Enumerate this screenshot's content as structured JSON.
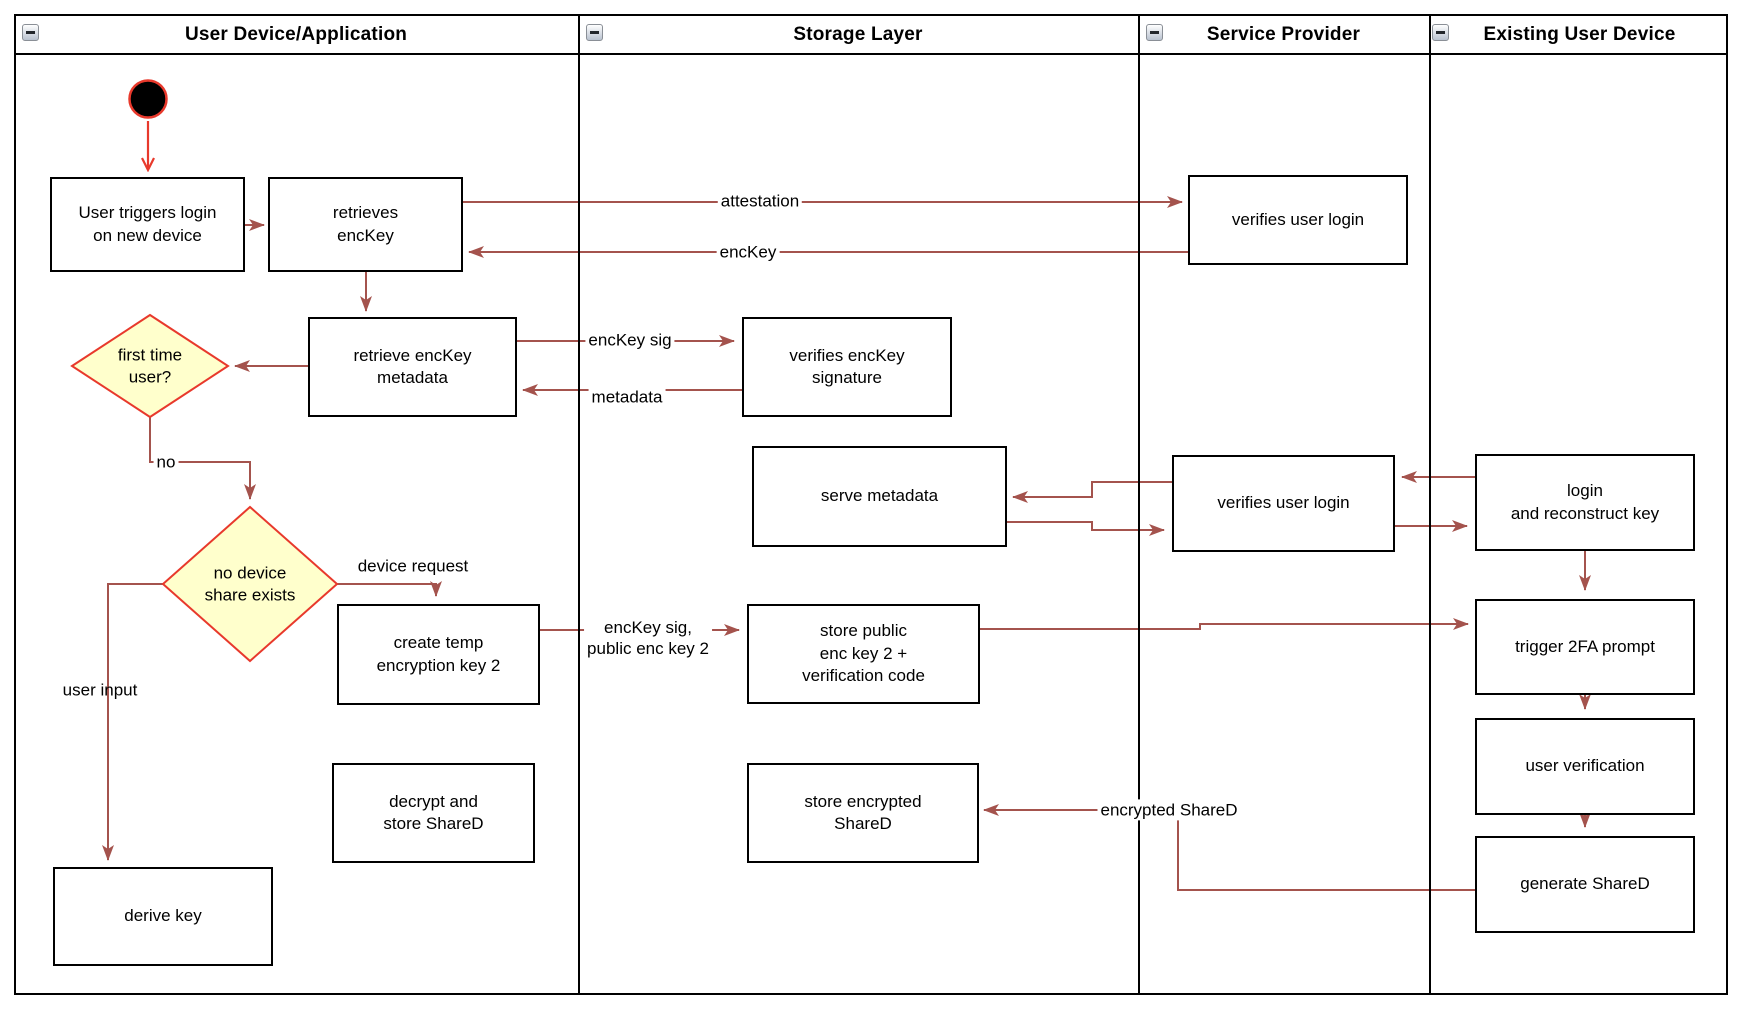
{
  "lanes": [
    {
      "title": "User Device/Application"
    },
    {
      "title": "Storage Layer"
    },
    {
      "title": "Service Provider"
    },
    {
      "title": "Existing User Device"
    }
  ],
  "nodes": {
    "user_triggers": "User triggers login\non new device",
    "retrieves_enckey": "retrieves\nencKey",
    "retrieve_metadata": "retrieve encKey\nmetadata",
    "first_time_user": "first time\nuser?",
    "no_device_share": "no device\nshare exists",
    "create_temp_key": "create temp\nencryption key 2",
    "decrypt_store_shared": "decrypt and\nstore ShareD",
    "derive_key": "derive key",
    "verifies_signature": "verifies encKey\nsignature",
    "serve_metadata": "serve metadata",
    "store_public_key": "store public\nenc key 2 +\nverification code",
    "store_encrypted_shared": "store encrypted\nShareD",
    "verifies_user_login_top": "verifies user login",
    "verifies_user_login_mid": "verifies user login",
    "login_reconstruct": "login\nand reconstruct key",
    "trigger_2fa": "trigger 2FA prompt",
    "user_verification": "user verification",
    "generate_shared": "generate ShareD"
  },
  "edge_labels": {
    "attestation": "attestation",
    "enckey": "encKey",
    "enckey_sig": "encKey sig",
    "metadata": "metadata",
    "no": "no",
    "device_request": "device request",
    "enckey_sig_public": "encKey sig,\npublic enc key 2",
    "user_input": "user input",
    "encrypted_shared": "encrypted ShareD"
  },
  "colors": {
    "arrow": "#a4534d",
    "accent": "#e8392c",
    "decision": "#ffffcc",
    "ink": "#000000",
    "paper": "#ffffff"
  }
}
